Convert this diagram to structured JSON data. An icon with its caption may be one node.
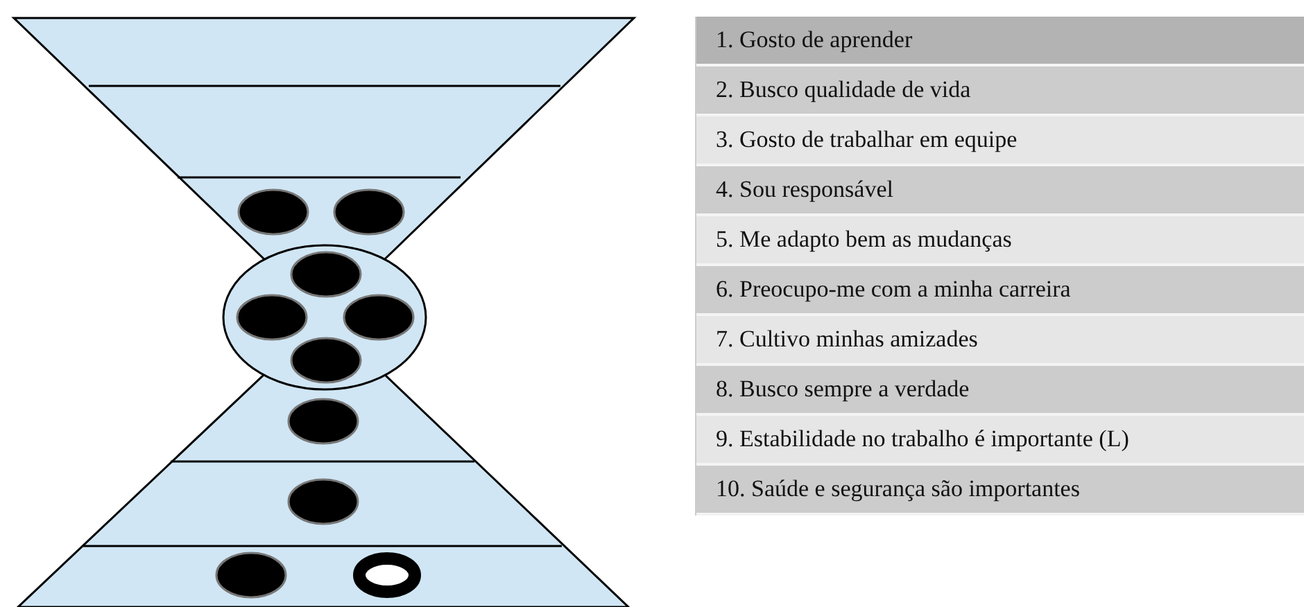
{
  "diagram": {
    "labels": [
      "1. Gosto de aprender",
      "2. Busco qualidade de vida",
      "3. Gosto de trabalhar em equipe",
      "4. Sou responsável",
      "5. Me adapto bem as mudanças",
      "6. Preocupo-me com a minha carreira",
      "7. Cultivo minhas amizades",
      "8. Busco sempre a verdade",
      "9. Estabilidade no trabalho é importante (L)",
      "10. Saúde e segurança são importantes"
    ]
  }
}
